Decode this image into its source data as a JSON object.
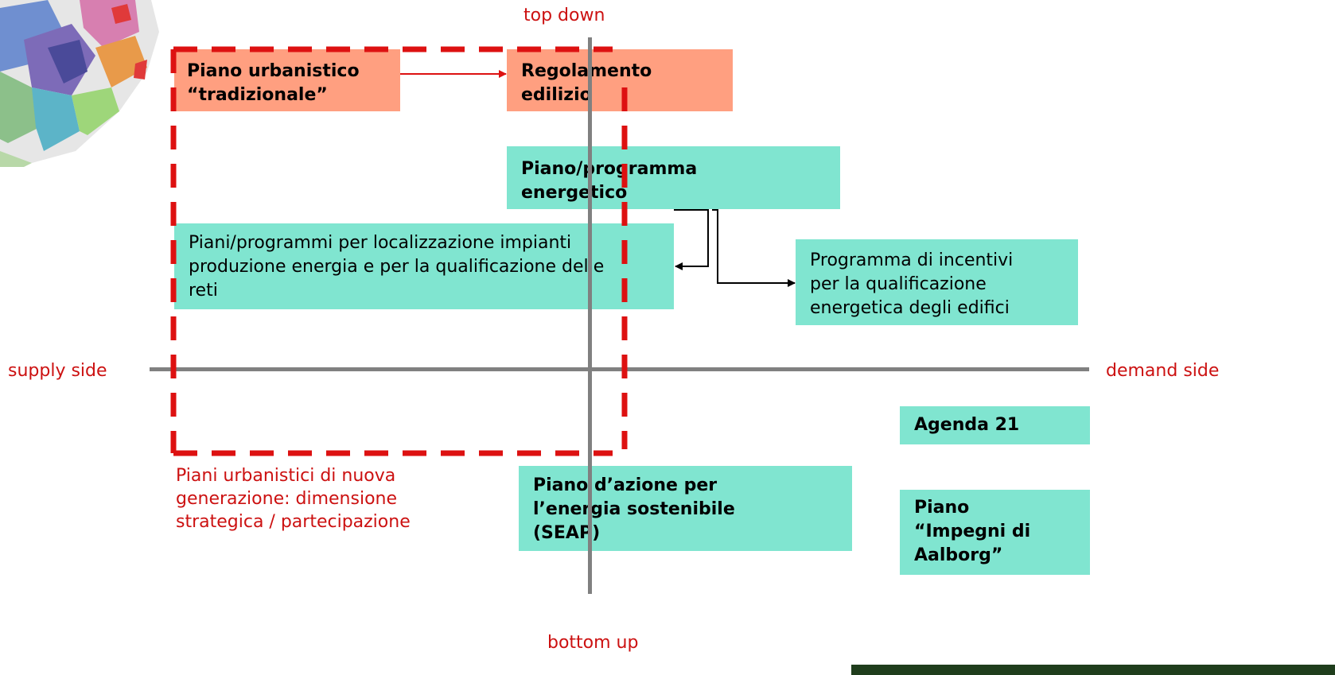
{
  "axes": {
    "top": "top down",
    "bottom": "bottom up",
    "left": "supply side",
    "right": "demand side"
  },
  "boxes": {
    "piano_urbanistico": "Piano urbanistico\n“tradizionale”",
    "regolamento": "Regolamento\nedilizio",
    "piano_energetico": "Piano/programma\nenergetico",
    "piani_localizzazione": "Piani/programmi per localizzazione impianti\nproduzione energia e per la qualificazione delle\nreti",
    "programma_incentivi": "Programma di incentivi\nper la qualificazione\nenergetica degli edifici",
    "agenda21": "Agenda 21",
    "seap": "Piano d’azione per\nl’energia sostenibile\n(SEAP)",
    "aalborg": "Piano\n“Impegni di\nAalborg”"
  },
  "caption_new_plans": "Piani urbanistici di nuova\ngenerazione: dimensione\nstrategica / partecipazione",
  "colors": {
    "salmon": "#ff9f80",
    "teal": "#80e5d0",
    "red": "#cc1111",
    "axis": "#808080"
  }
}
